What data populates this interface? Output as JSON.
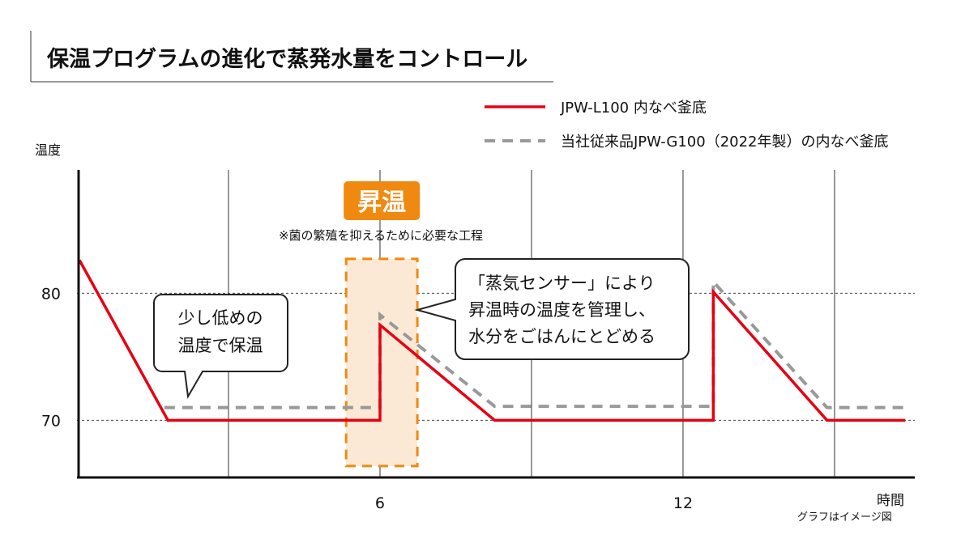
{
  "chart_data": {
    "type": "line",
    "title": "保温プログラムの進化で蒸発水量をコントロール",
    "xlabel": "時間",
    "ylabel": "温度",
    "note": "グラフはイメージ図",
    "xlim": [
      0,
      16.6
    ],
    "ylim": [
      65.5,
      89.7
    ],
    "xticks": [
      {
        "value": 6,
        "label": "6"
      },
      {
        "value": 12,
        "label": "12"
      }
    ],
    "x_gridlines": [
      3,
      6,
      9,
      12,
      15
    ],
    "yticks": [
      {
        "value": 70,
        "label": "70"
      },
      {
        "value": 80,
        "label": "80"
      }
    ],
    "legend_position": "top-right",
    "series": [
      {
        "name": "JPW-L100 内なべ釜底",
        "color": "#e60012",
        "style": "solid",
        "points": [
          [
            0.05,
            82.6
          ],
          [
            1.8,
            70
          ],
          [
            6,
            70
          ],
          [
            6,
            77.5
          ],
          [
            8.27,
            70
          ],
          [
            12.6,
            70
          ],
          [
            12.6,
            80.1
          ],
          [
            14.85,
            70
          ],
          [
            16.4,
            70
          ]
        ]
      },
      {
        "name": "当社従来品JPW-G100（2022年製）の内なべ釜底",
        "color": "#999999",
        "style": "dashed",
        "points": [
          [
            1.73,
            71
          ],
          [
            6,
            71
          ],
          [
            6,
            78.3
          ],
          [
            8.27,
            71.1
          ],
          [
            12.6,
            71.1
          ],
          [
            12.6,
            80.9
          ],
          [
            14.85,
            71
          ],
          [
            16.4,
            71
          ]
        ]
      }
    ],
    "highlight": {
      "label": "昇温",
      "note": "※菌の繁殖を抑えるために必要な工程",
      "x": [
        5.33,
        6.74
      ],
      "y": [
        66.4,
        82.7
      ],
      "color": "#f0890f"
    },
    "annotations": [
      {
        "lines": [
          "少し低めの",
          "温度で保温"
        ]
      },
      {
        "lines": [
          "「蒸気センサー」により",
          "昇温時の温度を管理し、",
          "水分をごはんにとどめる"
        ]
      }
    ]
  }
}
